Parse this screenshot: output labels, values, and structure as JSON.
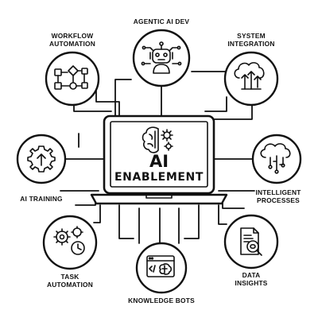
{
  "center": {
    "title": "AI",
    "subtitle": "ENABLEMENT"
  },
  "nodes": {
    "agentic_ai_dev": {
      "lines": [
        "AGENTIC AI DEV"
      ],
      "icon": "robot-icon"
    },
    "workflow_automation": {
      "lines": [
        "WORKFLOW",
        "AUTOMATION"
      ],
      "icon": "flowchart-icon"
    },
    "system_integration": {
      "lines": [
        "SYSTEM",
        "INTEGRATION"
      ],
      "icon": "cloud-integration-icon"
    },
    "ai_training": {
      "lines": [
        "AI TRAINING"
      ],
      "icon": "gear-upload-icon"
    },
    "intelligent_processes": {
      "lines": [
        "INTELLIGENT",
        "PROCESSES"
      ],
      "icon": "cloud-circuit-icon"
    },
    "task_automation": {
      "lines": [
        "TASK",
        "AUTOMATION"
      ],
      "icon": "gears-clock-icon"
    },
    "knowledge_bots": {
      "lines": [
        "KNOWLEDGE BOTS"
      ],
      "icon": "code-brain-icon"
    },
    "data_insights": {
      "lines": [
        "DATA",
        "INSIGHTS"
      ],
      "icon": "document-magnifier-icon"
    }
  },
  "center_icon": "brain-gears-icon",
  "colors": {
    "ink": "#111111",
    "background": "#ffffff"
  }
}
